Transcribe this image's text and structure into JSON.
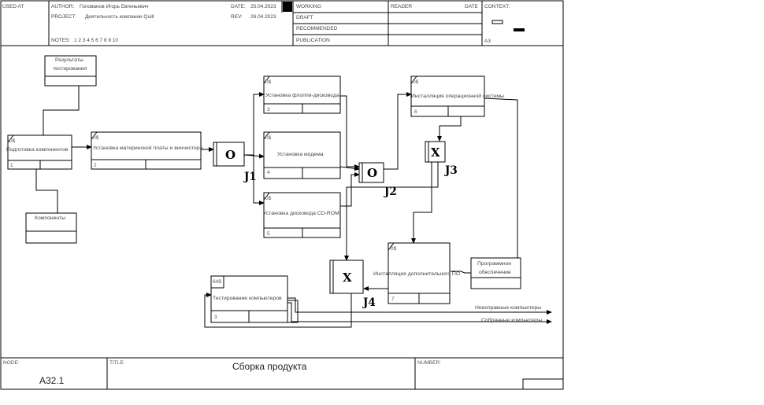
{
  "header": {
    "used_at": "USED AT",
    "author_label": "AUTHOR:",
    "author": "Голованов Игорь Евгеньевич",
    "project_label": "PROJECT:",
    "project": "Деятельность компании Quill",
    "notes_label": "NOTES:",
    "notes": "1  2  3  4  5  6  7  8  9  10",
    "date_label": "DATE:",
    "date": "25.04.2023",
    "rev_label": "REV:",
    "rev": "26.04.2023",
    "status": [
      "WORKING",
      "DRAFT",
      "RECOMMENDED",
      "PUBLICATION"
    ],
    "reader": "READER",
    "reader_date": "DATE",
    "context": "CONTEXT:",
    "context_sheet": "A3"
  },
  "footer": {
    "node_label": "NODE:",
    "node": "A32.1",
    "title_label": "TITLE:",
    "title": "Сборка продукта",
    "number_label": "NUMBER:"
  },
  "boxes": {
    "b1": {
      "cost": "0$",
      "label": "Подготовка компонентов",
      "num": "1"
    },
    "b2": {
      "cost": "0$",
      "label": "Установка материнской платы и винчестера",
      "num": "2"
    },
    "b3": {
      "cost": "0$",
      "label": "Установка флоппи-дисковода",
      "num": "3"
    },
    "b4": {
      "cost": "0$",
      "label": "Установка модема",
      "num": "4"
    },
    "b5": {
      "cost": "0$",
      "label": "Установка дисковода CD-ROM",
      "num": "5"
    },
    "b6": {
      "cost": "0$",
      "label": "Инсталляция операционной системы",
      "num": "6"
    },
    "b7": {
      "cost": "0$",
      "label": "Инсталляция дополнительного ПО",
      "num": "7"
    },
    "b8": {
      "cost": "64$",
      "label": "Тестирование компьютеров",
      "num": "3"
    }
  },
  "referents": {
    "results": "Результаты тестирования",
    "components": "Компоненты",
    "software": "Программное обеспечение"
  },
  "junctions": {
    "j1": {
      "symbol": "O",
      "label": "J1"
    },
    "j2": {
      "symbol": "O",
      "label": "J2"
    },
    "j3": {
      "symbol": "X",
      "label": "J3"
    },
    "j4": {
      "symbol": "X",
      "label": "J4"
    }
  },
  "outputs": {
    "faulty": "Неисправные компьютеры",
    "assembled": "Собранные компьютеры"
  }
}
